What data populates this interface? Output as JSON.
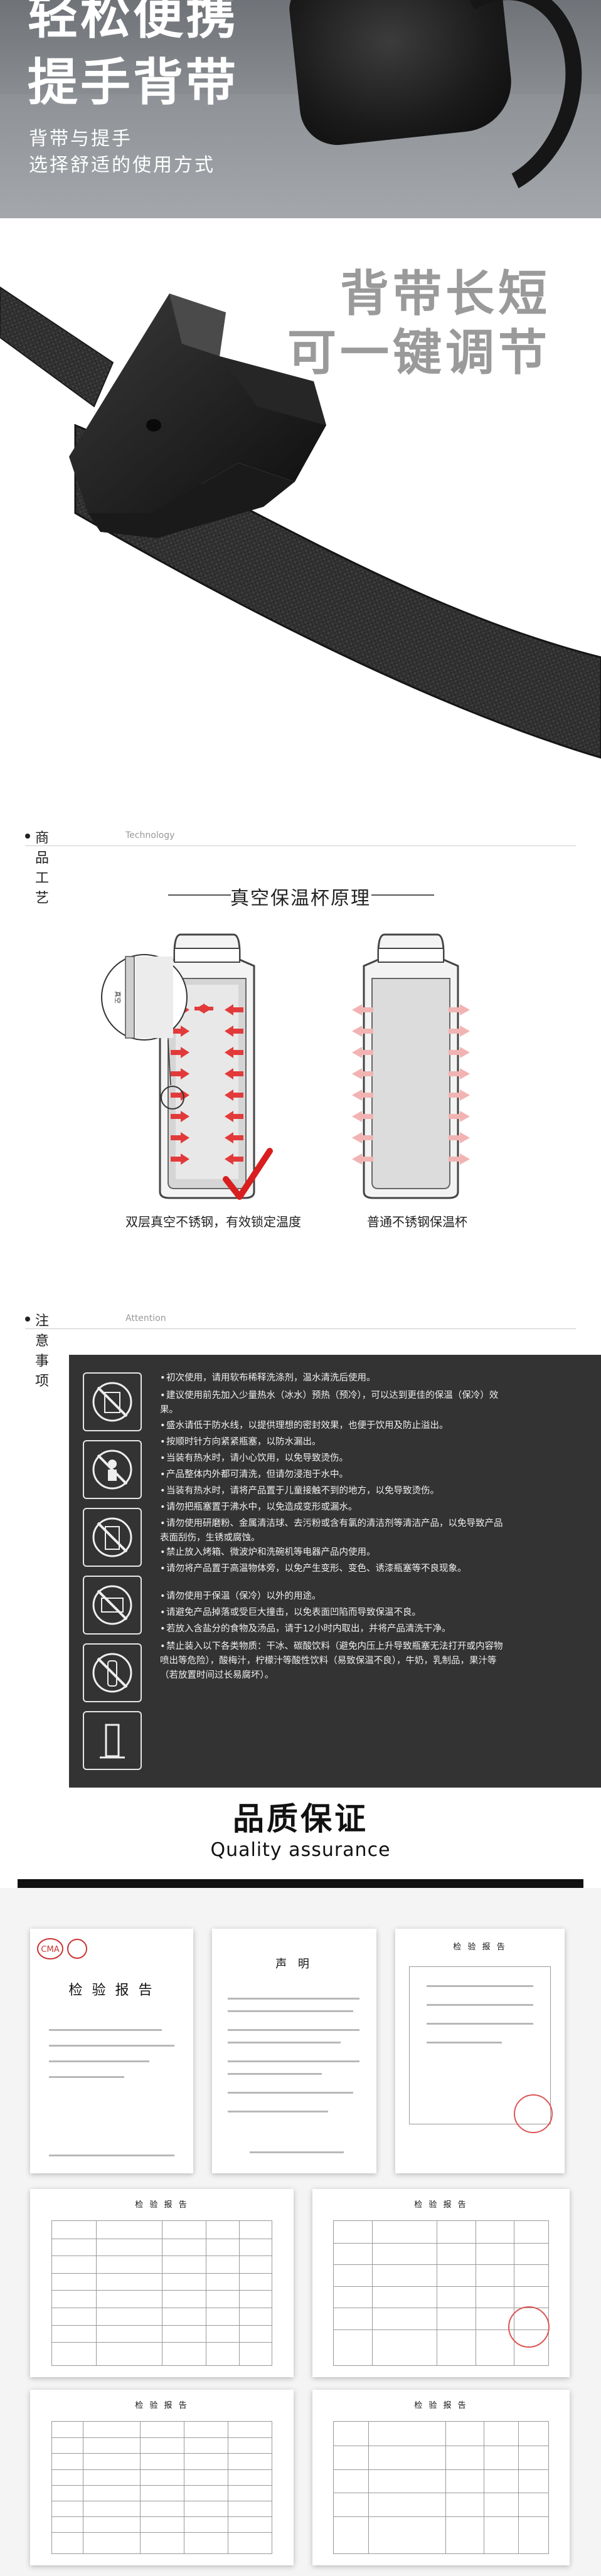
{
  "hero": {
    "title_line1": "轻松便携",
    "title_line2": "提手背带",
    "subtitle_line1": "背带与提手",
    "subtitle_line2": "选择舒适的使用方式"
  },
  "strap": {
    "title_line1": "背带长短",
    "title_line2": "可一键调节"
  },
  "technology": {
    "section_cn": "商品工艺",
    "section_en": "Technology",
    "principle_title": "真空保温杯原理",
    "left_caption": "双层真空不锈钢，有效锁定温度",
    "right_caption": "普通不锈钢保温杯",
    "colors": {
      "red_arrow": "#e23a3a",
      "pink_arrow": "#f2b3b3",
      "check": "#d81e1e"
    }
  },
  "attention": {
    "section_cn": "注意事项",
    "section_en": "Attention",
    "items": [
      "初次使用，请用软布稀释洗涤剂，温水清洗后使用。",
      "建议使用前先加入少量热水（冰水）预热（预冷），可以达到更佳的保温（保冷）效果。",
      "盛水请低于防水线，以提供理想的密封效果，也便于饮用及防止溢出。",
      "按顺时针方向紧紧瓶塞，以防水漏出。",
      "当装有热水时，请小心饮用，以免导致烫伤。",
      "产品整体内外都可清洗，但请勿浸泡于水中。",
      "当装有热水时，请将产品置于儿童接触不到的地方，以免导致烫伤。",
      "请勿把瓶塞置于沸水中，以免造成变形或漏水。",
      "请勿使用研磨粉、金属清洁球、去污粉或含有氯的清洁剂等清洁产品，以免导致产品表面刮伤，生锈或腐蚀。",
      "禁止放入烤箱、微波炉和洗碗机等电器产品内使用。",
      "请勿将产品置于高温物体旁，以免产生变形、变色、诱漆瓶塞等不良现象。",
      "请勿使用于保温（保冷）以外的用途。",
      "请避免产品掉落或受巨大撞击，以免表面凹陷而导致保温不良。",
      "若放入含盐分的食物及汤品，请于12小时内取出，并将产品清洗干净。",
      "禁止装入以下各类物质：干冰、碳酸饮料（避免内压上升导致瓶塞无法打开或内容物喷出等危险），酸梅汁，柠檬汁等酸性饮料（易致保温不良），牛奶，乳制品，果汁等（若放置时间过长易腐坏）。"
    ]
  },
  "quality": {
    "title_cn": "品质保证",
    "title_en": "Quality assurance",
    "doc1_title": "检 验 报 告",
    "doc2_title": "声 明",
    "doc3_title": "检 验 报 告",
    "doc4_title": "检 验 报 告",
    "doc5_title": "检 验 报 告",
    "doc6_title": "检 验 报 告",
    "doc7_title": "检 验 报 告",
    "cma_text": "CMA"
  }
}
